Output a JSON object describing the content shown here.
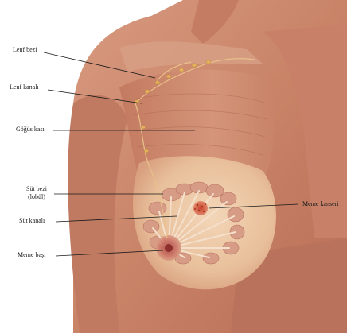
{
  "labels": {
    "lymph_node": "Lenf bezi",
    "lymph_vessel": "Lenf kanalı",
    "chest_muscle": "Göğüs kası",
    "milk_gland_line1": "Süt bezi",
    "milk_gland_line2": "(lobül)",
    "milk_duct": "Süt kanalı",
    "nipple": "Meme başı",
    "breast_cancer": "Meme kanseri"
  }
}
